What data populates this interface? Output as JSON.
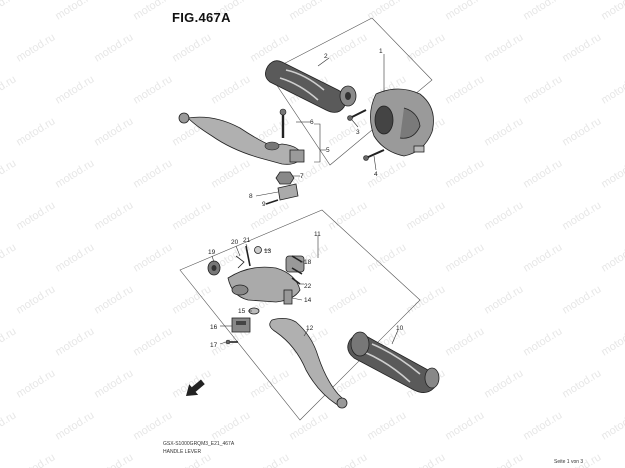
{
  "figure": {
    "title": "FIG.467A",
    "model_code": "GSX-S1000GRQM3_E21_467A",
    "model_name": "HANDLE LEVER",
    "page_indicator": "Seite 1 von 3"
  },
  "watermark": {
    "text": "motod.ru"
  },
  "callouts": [
    "1",
    "2",
    "3",
    "4",
    "5",
    "6",
    "7",
    "8",
    "9",
    "10",
    "11",
    "12",
    "13",
    "14",
    "15",
    "16",
    "17",
    "18",
    "19",
    "20",
    "21",
    "22"
  ],
  "colors": {
    "line": "#222222",
    "part_fill": "#9a9a9a",
    "grip_fill": "#5a5a5a",
    "watermark": "#e7e7e7"
  },
  "icons": {
    "front_arrow": "fwd-arrow-icon"
  }
}
